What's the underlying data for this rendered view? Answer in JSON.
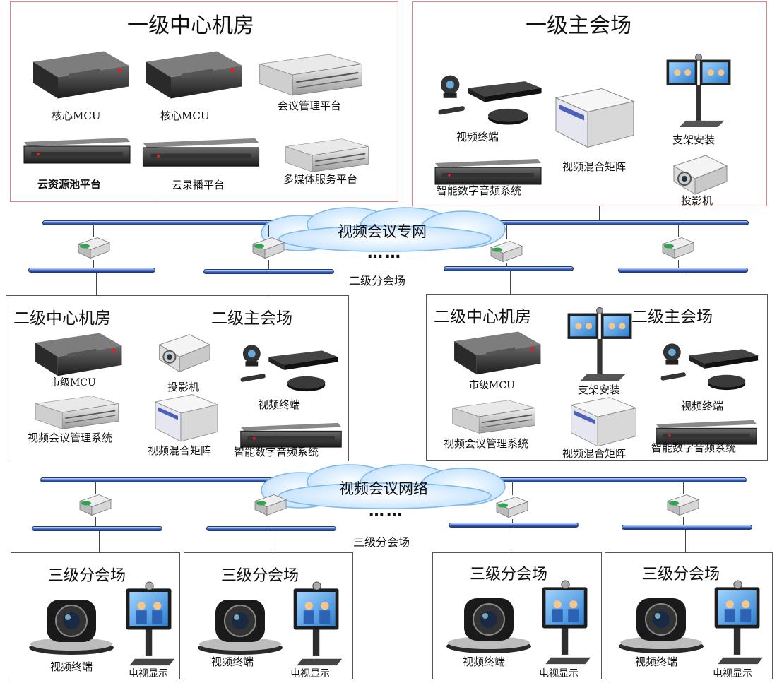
{
  "level1": {
    "center_room": {
      "title": "一级中心机房",
      "devices": [
        "核心MCU",
        "核心MCU",
        "会议管理平台",
        "云资源池平台",
        "云录播平台",
        "多媒体服务平台"
      ]
    },
    "main_venue": {
      "title": "一级主会场",
      "devices": [
        "视频终端",
        "视频混合矩阵",
        "支架安装",
        "智能数字音频系统",
        "投影机"
      ]
    }
  },
  "network1": {
    "label": "视频会议专网",
    "dots": "……",
    "sub_label": "二级分会场"
  },
  "level2_left": {
    "center_title": "二级中心机房",
    "main_title": "二级主会场",
    "devices": [
      "市级MCU",
      "投影机",
      "视频终端",
      "视频会议管理系统",
      "视频混合矩阵",
      "智能数字音频系统"
    ]
  },
  "level2_right": {
    "center_title": "二级中心机房",
    "main_title": "二级主会场",
    "devices": [
      "市级MCU",
      "支架安装",
      "视频终端",
      "视频会议管理系统",
      "视频混合矩阵",
      "智能数字音频系统"
    ]
  },
  "network2": {
    "label": "视频会议网络",
    "dots": "……",
    "sub_label": "三级分会场"
  },
  "level3": [
    {
      "title": "三级分会场",
      "terminal": "视频终端",
      "display": "电视显示"
    },
    {
      "title": "三级分会场",
      "terminal": "视频终端",
      "display": "电视显示"
    },
    {
      "title": "三级分会场",
      "terminal": "视频终端",
      "display": "电视显示"
    },
    {
      "title": "三级分会场",
      "terminal": "视频终端",
      "display": "电视显示"
    }
  ]
}
